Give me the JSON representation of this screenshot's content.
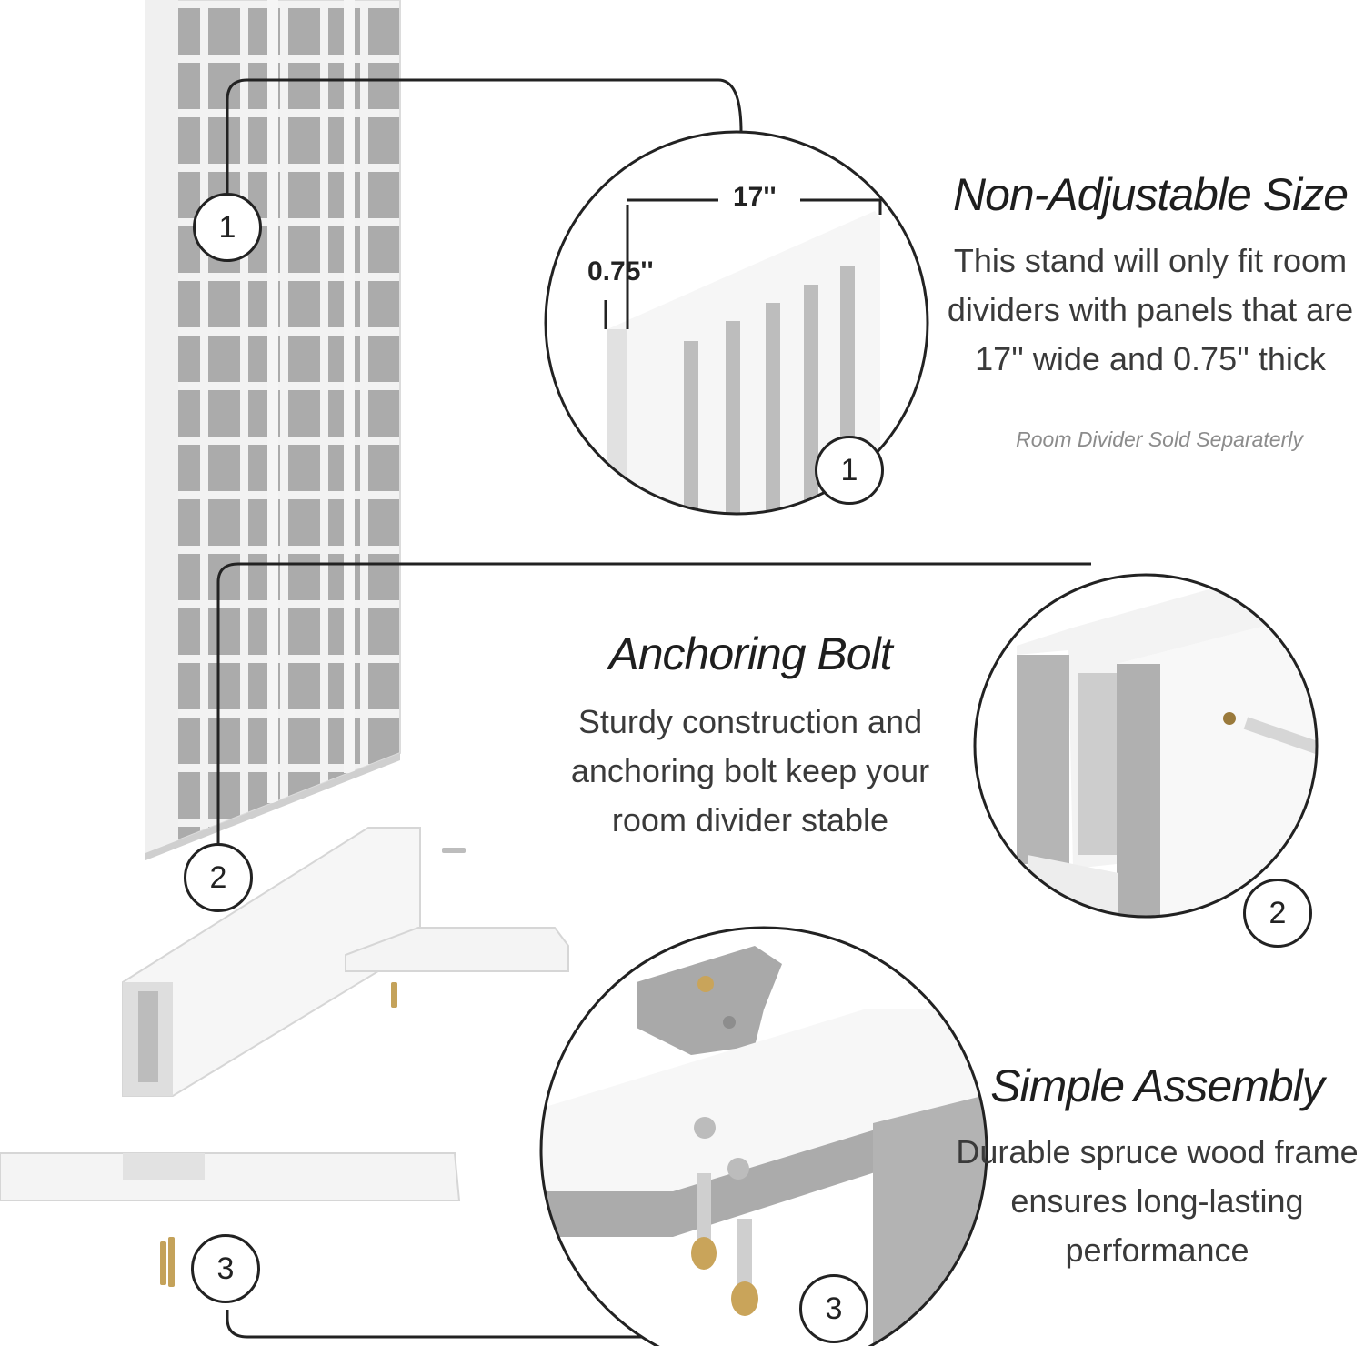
{
  "features": [
    {
      "number": "1",
      "title": "Non-Adjustable Size",
      "description": [
        "This stand will only fit room",
        "dividers with panels that are",
        "17'' wide and 0.75'' thick"
      ],
      "note": "Room Divider Sold Separaterly"
    },
    {
      "number": "2",
      "title": "Anchoring Bolt",
      "description": [
        "Sturdy construction and",
        "anchoring bolt keep your",
        "room divider stable"
      ]
    },
    {
      "number": "3",
      "title": "Simple Assembly",
      "description": [
        "Durable spruce wood frame",
        "ensures long-lasting",
        "performance"
      ]
    }
  ],
  "dimensions": {
    "width": "17''",
    "thickness": "0.75''"
  },
  "colors": {
    "line": "#222222",
    "panel": "#f4f4f4",
    "shadow": "#a9a9a9",
    "brass": "#c9a45a"
  }
}
